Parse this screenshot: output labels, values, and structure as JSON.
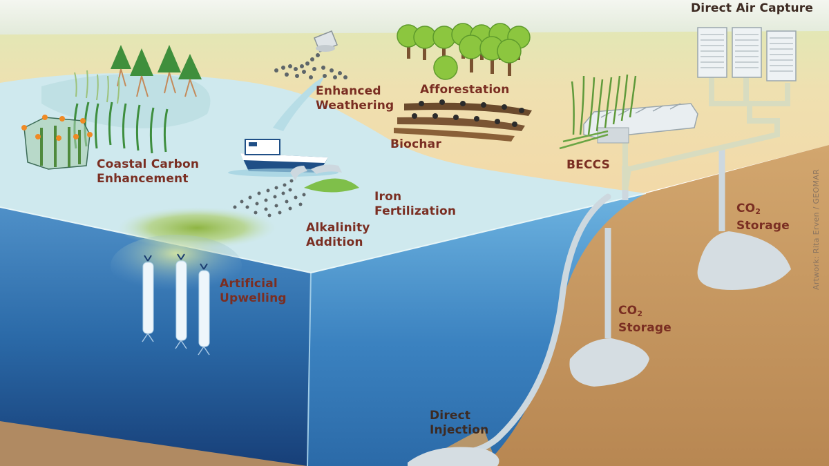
{
  "labels": {
    "direct_air_capture": "Direct Air Capture",
    "afforestation": "Afforestation",
    "enhanced_weathering": [
      "Enhanced",
      "Weathering"
    ],
    "biochar": "Biochar",
    "beccs": "BECCS",
    "coastal_carbon": [
      "Coastal Carbon",
      "Enhancement"
    ],
    "iron_fertilization": [
      "Iron",
      "Fertilization"
    ],
    "alkalinity_addition": [
      "Alkalinity",
      "Addition"
    ],
    "artificial_upwelling": [
      "Artificial",
      "Upwelling"
    ],
    "co2_storage_upper": [
      "CO",
      "2",
      "Storage"
    ],
    "co2_storage_lower": [
      "CO",
      "2",
      "Storage"
    ],
    "direct_injection": [
      "Direct",
      "Injection"
    ]
  },
  "credit": "Artwork: Rita Erven / GEOMAR",
  "colors": {
    "sky": "#e8efe6",
    "land_top": "#f2dcae",
    "sea_surface": "#cde9ee",
    "ocean_front": "#2e6fae",
    "ocean_side": "#4f9bd2",
    "seabed": "#c79a63",
    "pipe": "#d7dfe4",
    "label": "#7a2e22"
  }
}
